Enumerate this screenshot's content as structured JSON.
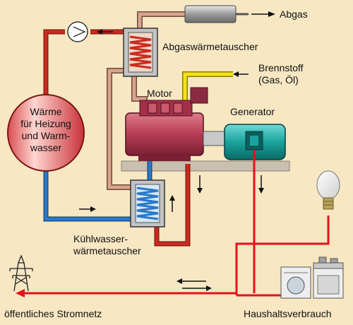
{
  "labels": {
    "abgas": "Abgas",
    "abgaswaermetauscher": "Abgaswärmetauscher",
    "brennstoff_line1": "Brennstoff",
    "brennstoff_line2": "(Gas, Öl)",
    "motor": "Motor",
    "generator": "Generator",
    "waerme_line1": "Wärme",
    "waerme_line2": "für Heizung",
    "waerme_line3": "und Warm-",
    "waerme_line4": "wasser",
    "kuehlwasser_line1": "Kühlwasser-",
    "kuehlwasser_line2": "wärmetauscher",
    "stromnetz": "öffentliches Stromnetz",
    "haushalt": "Haushaltsverbrauch"
  },
  "colors": {
    "background": "#f7e7c3",
    "hot_pipe": "#cc2a1f",
    "cold_pipe": "#2a78c8",
    "exhaust_pipe": "#d9a38c",
    "fuel_pipe": "#f2e21a",
    "engine": "#b63d55",
    "generator": "#1aa39e",
    "electric_line": "#e3121a"
  }
}
